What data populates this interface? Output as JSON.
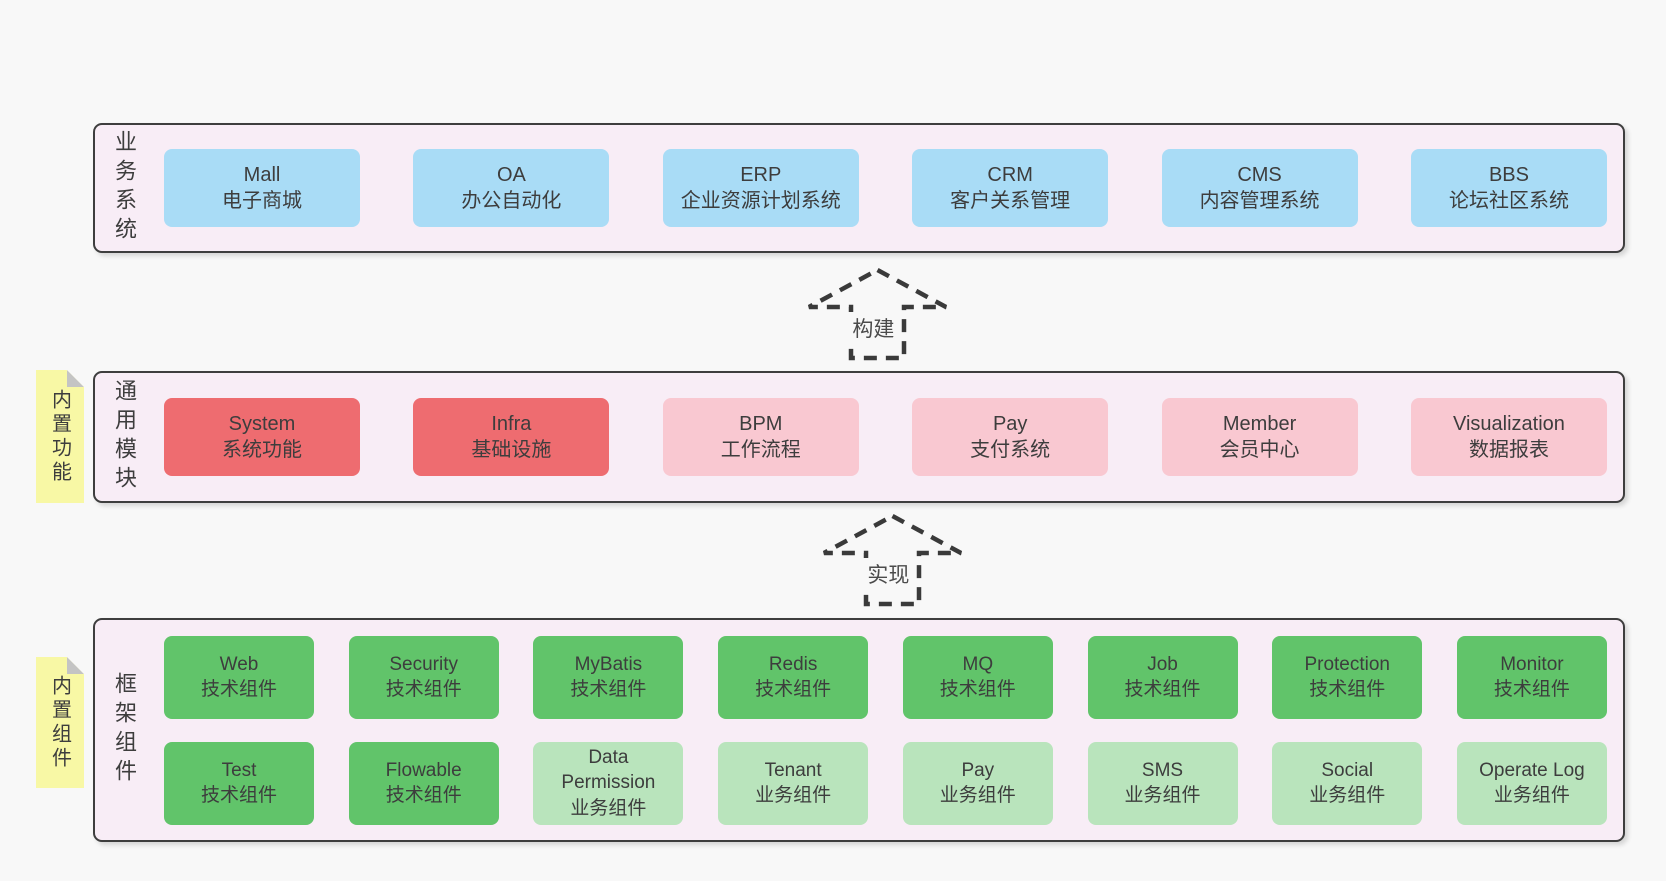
{
  "colors": {
    "page-bg": "#f8f8f8",
    "band-bg": "#f8edf6",
    "border": "#3e3e3e",
    "text": "#3d3d3d",
    "blue": "#a9dcf6",
    "red": "#ee6c70",
    "pink": "#f9c8d1",
    "green": "#61c46a",
    "lightgreen": "#b9e4bc",
    "yellow": "#f8f8a5",
    "fold": "#c4c4c4",
    "arrow-dash": "#3a3a3a"
  },
  "bands": [
    {
      "id": "business-systems",
      "label": "业务系统",
      "boxes": [
        {
          "name": "Mall",
          "desc": "电子商城",
          "type": "blue"
        },
        {
          "name": "OA",
          "desc": "办公自动化",
          "type": "blue"
        },
        {
          "name": "ERP",
          "desc": "企业资源计划系统",
          "type": "blue"
        },
        {
          "name": "CRM",
          "desc": "客户关系管理",
          "type": "blue"
        },
        {
          "name": "CMS",
          "desc": "内容管理系统",
          "type": "blue"
        },
        {
          "name": "BBS",
          "desc": "论坛社区系统",
          "type": "blue"
        }
      ]
    },
    {
      "id": "common-modules",
      "label": "通用模块",
      "sticky": "内置功能",
      "boxes": [
        {
          "name": "System",
          "desc": "系统功能",
          "type": "red"
        },
        {
          "name": "Infra",
          "desc": "基础设施",
          "type": "red"
        },
        {
          "name": "BPM",
          "desc": "工作流程",
          "type": "pink"
        },
        {
          "name": "Pay",
          "desc": "支付系统",
          "type": "pink"
        },
        {
          "name": "Member",
          "desc": "会员中心",
          "type": "pink"
        },
        {
          "name": "Visualization",
          "desc": "数据报表",
          "type": "pink"
        }
      ]
    },
    {
      "id": "framework-components",
      "label": "框架组件",
      "sticky": "内置组件",
      "rows": [
        [
          {
            "name": "Web",
            "desc": "技术组件",
            "type": "green"
          },
          {
            "name": "Security",
            "desc": "技术组件",
            "type": "green"
          },
          {
            "name": "MyBatis",
            "desc": "技术组件",
            "type": "green"
          },
          {
            "name": "Redis",
            "desc": "技术组件",
            "type": "green"
          },
          {
            "name": "MQ",
            "desc": "技术组件",
            "type": "green"
          },
          {
            "name": "Job",
            "desc": "技术组件",
            "type": "green"
          },
          {
            "name": "Protection",
            "desc": "技术组件",
            "type": "green"
          },
          {
            "name": "Monitor",
            "desc": "技术组件",
            "type": "green"
          }
        ],
        [
          {
            "name": "Test",
            "desc": "技术组件",
            "type": "green"
          },
          {
            "name": "Flowable",
            "desc": "技术组件",
            "type": "green"
          },
          {
            "name": "Data Permission",
            "desc": "业务组件",
            "type": "lightgreen"
          },
          {
            "name": "Tenant",
            "desc": "业务组件",
            "type": "lightgreen"
          },
          {
            "name": "Pay",
            "desc": "业务组件",
            "type": "lightgreen"
          },
          {
            "name": "SMS",
            "desc": "业务组件",
            "type": "lightgreen"
          },
          {
            "name": "Social",
            "desc": "业务组件",
            "type": "lightgreen"
          },
          {
            "name": "Operate Log",
            "desc": "业务组件",
            "type": "lightgreen"
          }
        ]
      ]
    }
  ],
  "arrows": [
    {
      "label": "构建"
    },
    {
      "label": "实现"
    }
  ]
}
